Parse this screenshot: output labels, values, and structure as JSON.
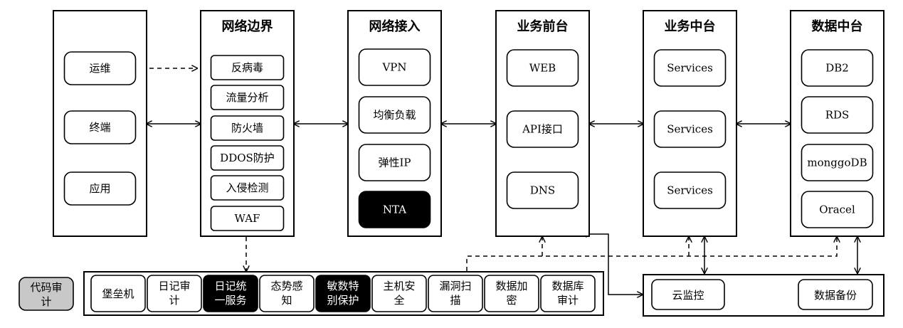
{
  "columns": [
    {
      "title": "",
      "nodes": [
        "运维",
        "终端",
        "应用"
      ]
    },
    {
      "title": "网络边界",
      "nodes": [
        "反病毒",
        "流量分析",
        "防火墙",
        "DDOS防护",
        "入侵检测",
        "WAF"
      ]
    },
    {
      "title": "网络接入",
      "nodes": [
        "VPN",
        "均衡负载",
        "弹性IP",
        "NTA"
      ]
    },
    {
      "title": "业务前台",
      "nodes": [
        "WEB",
        "API接口",
        "DNS"
      ]
    },
    {
      "title": "业务中台",
      "nodes": [
        "Services",
        "Services",
        "Services"
      ]
    },
    {
      "title": "数据中台",
      "nodes": [
        "DB2",
        "RDS",
        "monggoDB",
        "Oracel"
      ]
    }
  ],
  "security": {
    "label": [
      "代码审",
      "计"
    ],
    "items": [
      {
        "lines": [
          "堡垒机"
        ],
        "dark": false
      },
      {
        "lines": [
          "日记审",
          "计"
        ],
        "dark": false
      },
      {
        "lines": [
          "日记统",
          "一服务"
        ],
        "dark": true
      },
      {
        "lines": [
          "态势感",
          "知"
        ],
        "dark": false
      },
      {
        "lines": [
          "敏数特",
          "别保护"
        ],
        "dark": true
      },
      {
        "lines": [
          "主机安",
          "全"
        ],
        "dark": false
      },
      {
        "lines": [
          "漏洞扫",
          "描"
        ],
        "dark": false
      },
      {
        "lines": [
          "数据加",
          "密"
        ],
        "dark": false
      },
      {
        "lines": [
          "数据库",
          "审计"
        ],
        "dark": false
      }
    ]
  },
  "monitor": {
    "left": "云监控",
    "right": "数据备份"
  },
  "colors": {
    "line": "#000000",
    "dark_fill": "#000000",
    "label_fill": "#c8c8c8"
  }
}
